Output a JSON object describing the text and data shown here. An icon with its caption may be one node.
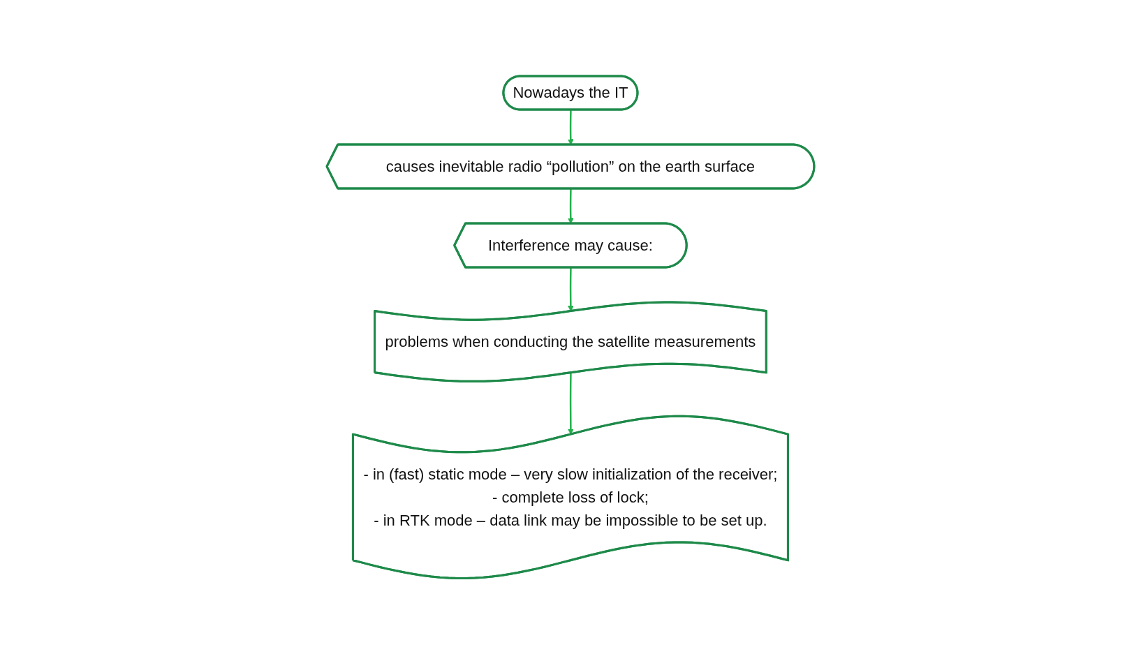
{
  "diagram": {
    "nodes": [
      {
        "text": [
          "Nowadays the IT"
        ]
      },
      {
        "text": [
          "causes inevitable radio “pollution” on the earth surface"
        ]
      },
      {
        "text": [
          "Interference may cause:"
        ]
      },
      {
        "text": [
          "problems when conducting the satellite measurements"
        ]
      },
      {
        "text": [
          "- in (fast) static mode – very slow initialization of the receiver;",
          "- complete loss of lock;",
          "- in RTK mode – data link may be impossible to be set up."
        ]
      }
    ],
    "edges": [
      {
        "from": 0,
        "to": 1,
        "arrow": "to"
      },
      {
        "from": 1,
        "to": 2,
        "arrow": "to"
      },
      {
        "from": 2,
        "to": 3,
        "arrow": "to"
      },
      {
        "from": 3,
        "to": 4,
        "arrow": "to"
      }
    ]
  }
}
